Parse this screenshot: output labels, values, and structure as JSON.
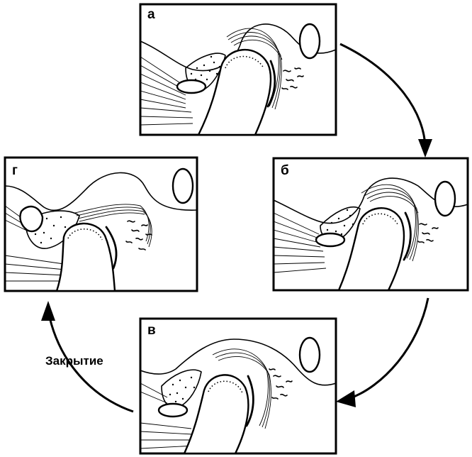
{
  "panels": [
    {
      "id": "a",
      "label": "а"
    },
    {
      "id": "b",
      "label": "б"
    },
    {
      "id": "v",
      "label": "в"
    },
    {
      "id": "g",
      "label": "г"
    }
  ],
  "cycle_caption": "Закрытие"
}
